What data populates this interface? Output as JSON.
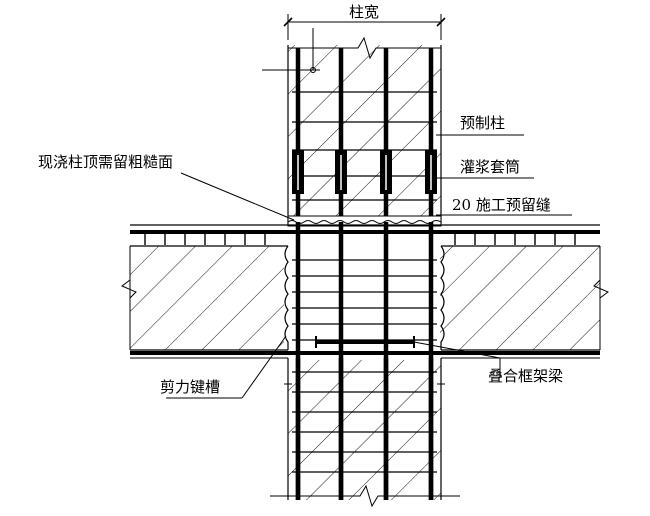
{
  "labels": {
    "column_width": "柱宽",
    "precast_column": "预制柱",
    "cast_in_place_top": "现浇柱顶需留粗糙面",
    "grout_sleeve": "灌浆套筒",
    "construction_joint": "20 施工预留缝",
    "shear_key": "剪力键槽",
    "composite_beam": "叠合框架梁"
  }
}
